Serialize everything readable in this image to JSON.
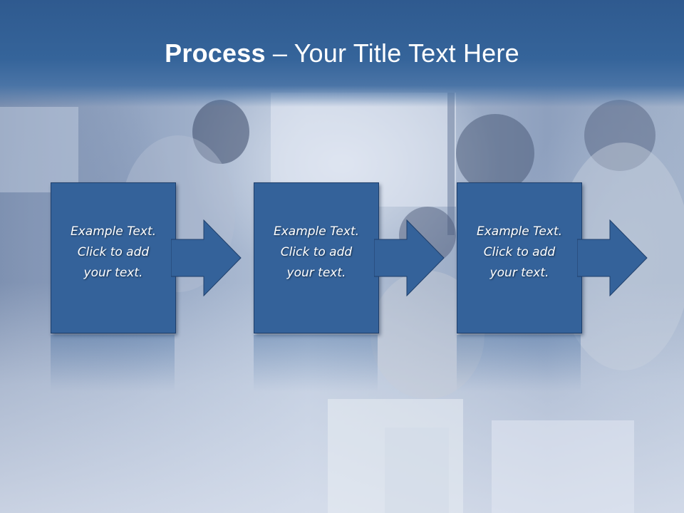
{
  "title": {
    "strong": "Process",
    "rest": " – Your Title Text Here"
  },
  "steps": [
    {
      "line1": "Example Text.",
      "line2": "Click  to add",
      "line3": "your text."
    },
    {
      "line1": "Example Text.",
      "line2": "Click  to add",
      "line3": "your text."
    },
    {
      "line1": "Example Text.",
      "line2": "Click  to add",
      "line3": "your text."
    }
  ],
  "colors": {
    "title_bar": "#35649a",
    "box_fill": "#34629a",
    "box_border": "#1f3f6b",
    "text": "#ffffff"
  },
  "icons": [
    "right-arrow-icon"
  ]
}
